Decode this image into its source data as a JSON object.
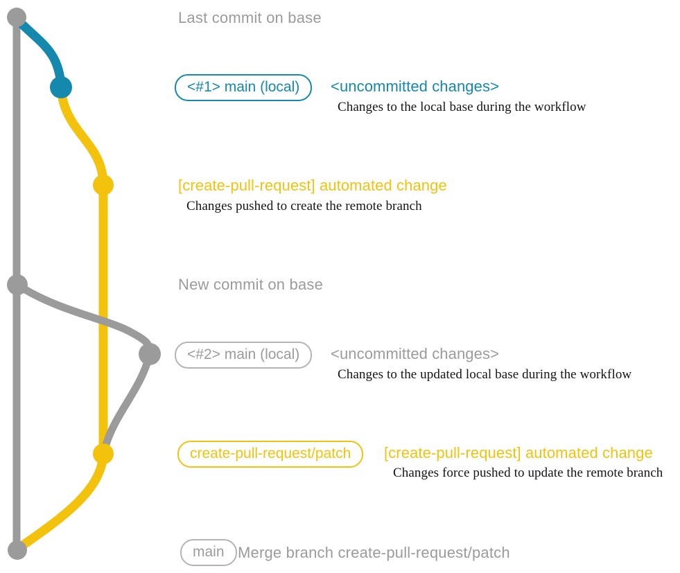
{
  "colors": {
    "gray": "#9b9b9b",
    "gray_badge_border": "#b4b4b4",
    "teal": "#1588ad",
    "yellow": "#f2c20d",
    "description_text": "#141414",
    "background": "#ffffff"
  },
  "graph": {
    "type": "git-branch-diagram",
    "branches": [
      {
        "name": "base",
        "color": "gray"
      },
      {
        "name": "local-main-changes",
        "color": "teal"
      },
      {
        "name": "create-pull-request-patch",
        "color": "yellow"
      },
      {
        "name": "updated-local-main-changes",
        "color": "gray"
      }
    ],
    "commits": [
      {
        "id": "last-commit-on-base",
        "branch": "base",
        "color": "gray"
      },
      {
        "id": "uncommitted-changes-1",
        "branch": "local-main-changes",
        "color": "teal"
      },
      {
        "id": "automated-change-1",
        "branch": "create-pull-request-patch",
        "color": "yellow"
      },
      {
        "id": "new-commit-on-base",
        "branch": "base",
        "color": "gray"
      },
      {
        "id": "uncommitted-changes-2",
        "branch": "updated-local-main-changes",
        "color": "gray"
      },
      {
        "id": "automated-change-2",
        "branch": "create-pull-request-patch",
        "color": "yellow"
      },
      {
        "id": "merge-commit",
        "branch": "base",
        "color": "gray"
      }
    ]
  },
  "annotations": {
    "last_commit_caption": "Last commit on base",
    "new_commit_caption": "New commit on base",
    "merge_caption": "Merge branch create-pull-request/patch",
    "row1": {
      "badge": "<#1> main (local)",
      "heading": "<uncommitted changes>",
      "description": "Changes to the local base during the workflow"
    },
    "row2": {
      "heading": "[create-pull-request] automated change",
      "description": "Changes pushed to create the remote branch"
    },
    "row3": {
      "badge": "<#2> main (local)",
      "heading": "<uncommitted changes>",
      "description": "Changes to the updated local base during the workflow"
    },
    "row4": {
      "badge": "create-pull-request/patch",
      "heading": "[create-pull-request] automated change",
      "description": "Changes force pushed to update the remote branch"
    },
    "row5": {
      "badge": "main"
    }
  }
}
